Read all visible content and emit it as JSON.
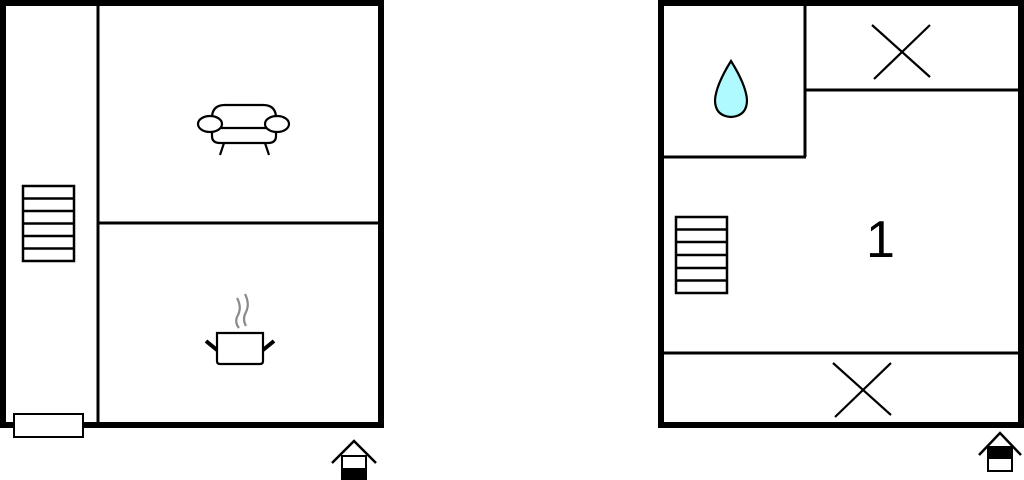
{
  "colors": {
    "wall": "#000000",
    "background": "#ffffff",
    "water_drop": "#aefaff",
    "steam": "#8a8a8a"
  },
  "floor_plans": [
    {
      "id": "ground-floor",
      "rooms": [
        {
          "name": "hallway",
          "icon": "stairs-icon"
        },
        {
          "name": "living-room",
          "icon": "sofa-icon"
        },
        {
          "name": "kitchen",
          "icon": "cooking-pot-icon"
        }
      ],
      "entrance_icon": "entrance-house-icon",
      "window": "window-icon"
    },
    {
      "id": "first-floor",
      "rooms": [
        {
          "name": "bathroom",
          "icon": "water-drop-icon"
        },
        {
          "name": "storage-top",
          "icon": "cross-icon"
        },
        {
          "name": "bedroom",
          "icon": "stairs-icon",
          "label": "1"
        },
        {
          "name": "storage-bottom",
          "icon": "cross-icon"
        }
      ],
      "entrance_icon": "entrance-house-icon"
    }
  ],
  "labels": {
    "bedroom_number": "1"
  }
}
